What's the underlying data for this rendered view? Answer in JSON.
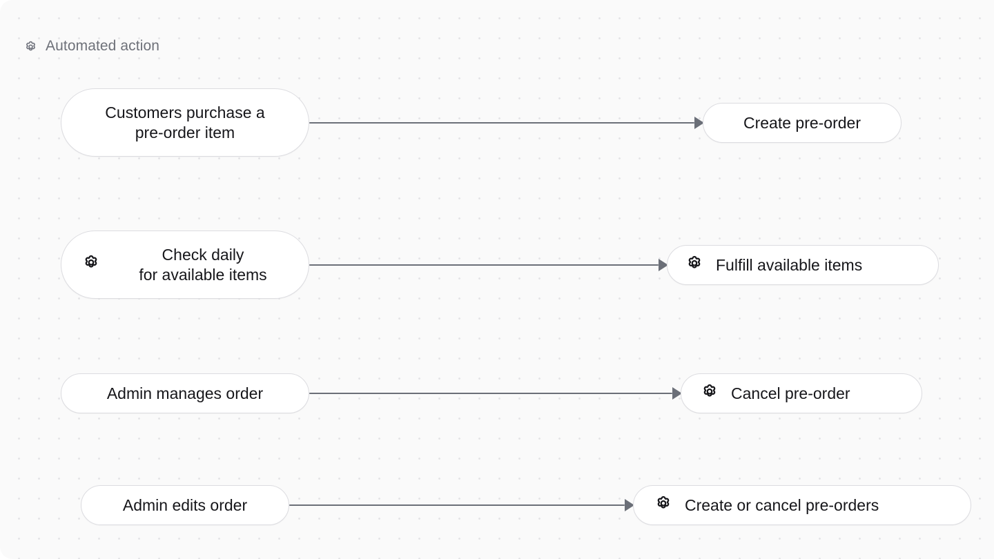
{
  "legend": {
    "icon": "gear-icon",
    "label": "Automated action"
  },
  "colors": {
    "canvas_background": "#fafafa",
    "dot_grid": "#e4e4e7",
    "node_fill": "#ffffff",
    "node_border": "#dcdce0",
    "node_text": "#16161a",
    "connector": "#6b6f78",
    "legend_text": "#6e7179"
  },
  "flows": [
    {
      "source": {
        "label": "Customers purchase a\npre-order item",
        "icon": null
      },
      "target": {
        "label": "Create pre-order",
        "icon": null
      }
    },
    {
      "source": {
        "label": "Check daily\nfor available items",
        "icon": "gear-icon"
      },
      "target": {
        "label": "Fulfill available items",
        "icon": "gear-icon"
      }
    },
    {
      "source": {
        "label": "Admin manages order",
        "icon": null
      },
      "target": {
        "label": "Cancel pre-order",
        "icon": "gear-icon"
      }
    },
    {
      "source": {
        "label": "Admin edits order",
        "icon": null
      },
      "target": {
        "label": "Create or cancel pre-orders",
        "icon": "gear-icon"
      }
    }
  ]
}
